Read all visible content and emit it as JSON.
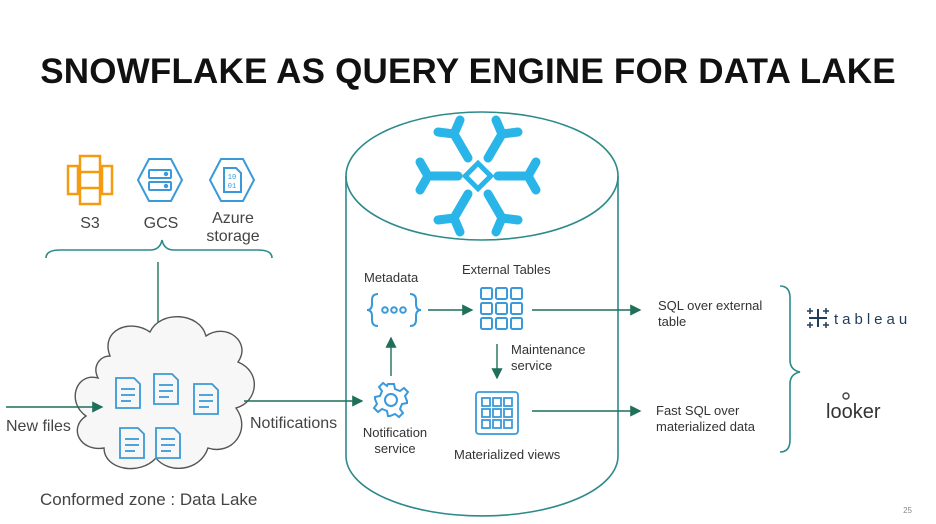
{
  "title": "SNOWFLAKE AS QUERY ENGINE FOR DATA LAKE",
  "storage": [
    {
      "label": "S3",
      "icon": "s3-icon"
    },
    {
      "label": "GCS",
      "icon": "gcs-icon"
    },
    {
      "label": "Azure\nstorage",
      "icon": "azure-storage-icon"
    }
  ],
  "new_files_label": "New files",
  "notifications_label": "Notifications",
  "data_lake_label": "Conformed zone : Data Lake",
  "snowflake": {
    "metadata_label": "Metadata",
    "external_tables_label": "External Tables",
    "maintenance_label": "Maintenance\nservice",
    "notification_service_label": "Notification\nservice",
    "materialized_views_label": "Materialized views"
  },
  "outputs": {
    "sql_external": "SQL over external\ntable",
    "fast_sql": "Fast SQL over\nmaterialized data"
  },
  "tools": [
    "tableau",
    "looker"
  ],
  "page_number": "25",
  "colors": {
    "accent_teal": "#2d8a8a",
    "icon_blue": "#3a9ad9",
    "snowflake_blue": "#29b5e8",
    "aws_orange": "#f39c12",
    "arrow_green": "#1f6f5a"
  }
}
